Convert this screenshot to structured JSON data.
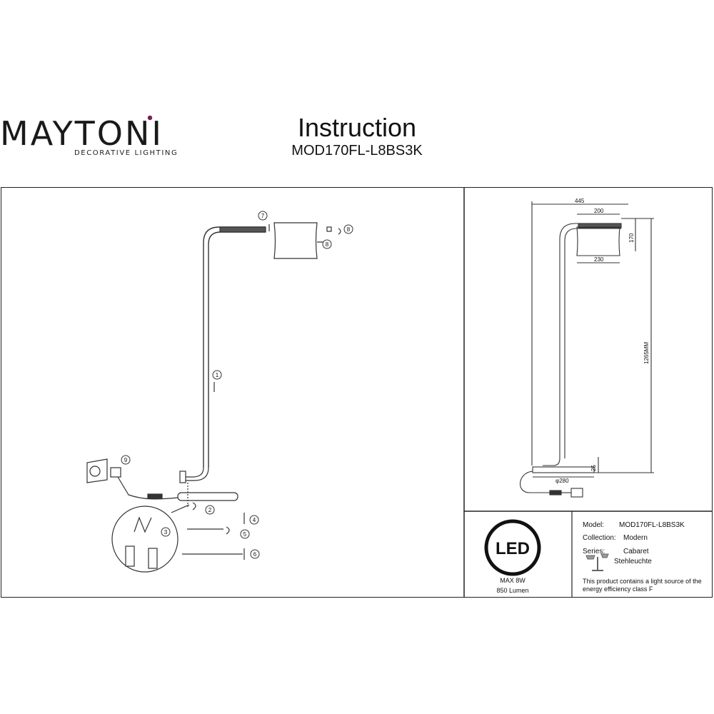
{
  "header": {
    "brand": "MAYTONI",
    "brand_tagline": "DECORATIVE LIGHTING",
    "title": "Instruction",
    "model_code": "MOD170FL-L8BS3K"
  },
  "assembly": {
    "steps": [
      "1",
      "2",
      "3",
      "4",
      "5",
      "6",
      "7",
      "8",
      "8",
      "9"
    ]
  },
  "dimensions": {
    "overall_width": "445",
    "shade_top": "200",
    "shade_height": "170",
    "shade_bottom": "230",
    "total_height": "1265MM",
    "base_diameter": "φ280",
    "base_height": "25"
  },
  "led": {
    "badge": "LED",
    "max_power": "MAX 8W",
    "lumen": "850 Lumen"
  },
  "info": {
    "model_label": "Model:",
    "model_value": "MOD170FL-L8BS3K",
    "collection_label": "Collection:",
    "collection_value": "Modern",
    "series_label": "Series:",
    "series_value": "Cabaret",
    "series_extra": "Stehleuchte",
    "energy_note_line1": "This product contains a light source of the",
    "energy_note_line2": "energy efficiency class F"
  }
}
